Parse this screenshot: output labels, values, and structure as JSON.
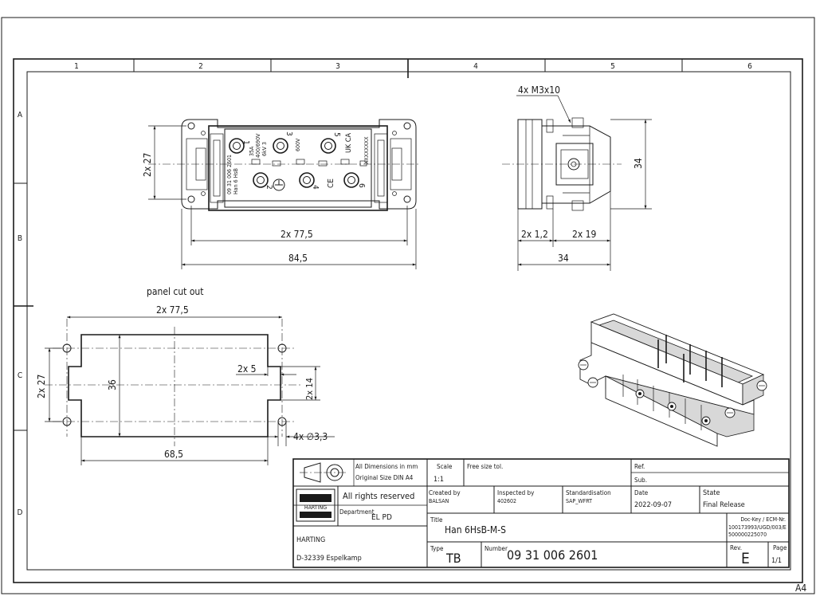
{
  "grid": {
    "columns": [
      "1",
      "2",
      "3",
      "4",
      "5",
      "6"
    ],
    "rows": [
      "A",
      "B",
      "C",
      "D"
    ],
    "sheet_size": "A4"
  },
  "front_view": {
    "dim_height": "2x 27",
    "dim_holes": "2x 77,5",
    "dim_overall": "84,5",
    "marking_left": "09 31 006 2601",
    "marking_left2": "Han 6 HsB",
    "marking_mid": "35A",
    "marking_mid2": "400/690V",
    "marking_mid3": "6kV 3",
    "marking_right": "600V",
    "marking_ce": "CE",
    "marking_ukca": "UK CA",
    "marking_code": "XXXXXXXX",
    "contact_numbers": [
      "1",
      "3",
      "5",
      "2",
      "4",
      "6"
    ]
  },
  "side_view": {
    "screw_label": "4x M3x10",
    "dim_height": "34",
    "dim_a": "2x 1,2",
    "dim_b": "2x 19",
    "dim_depth": "34"
  },
  "cutout": {
    "title": "panel cut out",
    "dim_holes": "2x 77,5",
    "dim_height": "2x 27",
    "dim_open_height": "36",
    "dim_notch_w": "2x 5",
    "dim_notch_h": "2x 14",
    "dim_hole_dia": "4x ∅3,3",
    "dim_open_width": "68,5"
  },
  "title_block": {
    "dimensions_note_1": "All Dimensions in mm",
    "dimensions_note_2": "Original Size DIN A4",
    "scale_label": "Scale",
    "scale_value": "1:1",
    "tolerance": "Free size tol.",
    "ref_label": "Ref.",
    "sub_label": "Sub.",
    "brand": "HARTING",
    "rights": "All rights reserved",
    "created_label": "Created by",
    "created_value": "BALSAN",
    "inspected_label": "Inspected by",
    "inspected_value": "402602",
    "standard_label": "Standardisation",
    "standard_value": "SAP_WFRT",
    "date_label": "Date",
    "date_value": "2022-09-07",
    "state_label": "State",
    "state_value": "Final Release",
    "department_label": "Department",
    "department_value": "EL PD",
    "title_label": "Title",
    "title_value": "Han 6HsB-M-S",
    "dockey_label": "Doc-Key / ECM-Nr.",
    "dockey_value_1": "100173993/UGD/003/E",
    "dockey_value_2": "500000225070",
    "company": "HARTING",
    "address": "D-32339 Espelkamp",
    "type_label": "Type",
    "type_value": "TB",
    "number_label": "Number",
    "number_value": "09 31 006 2601",
    "rev_label": "Rev.",
    "rev_value": "E",
    "page_label": "Page",
    "page_value": "1/1"
  }
}
